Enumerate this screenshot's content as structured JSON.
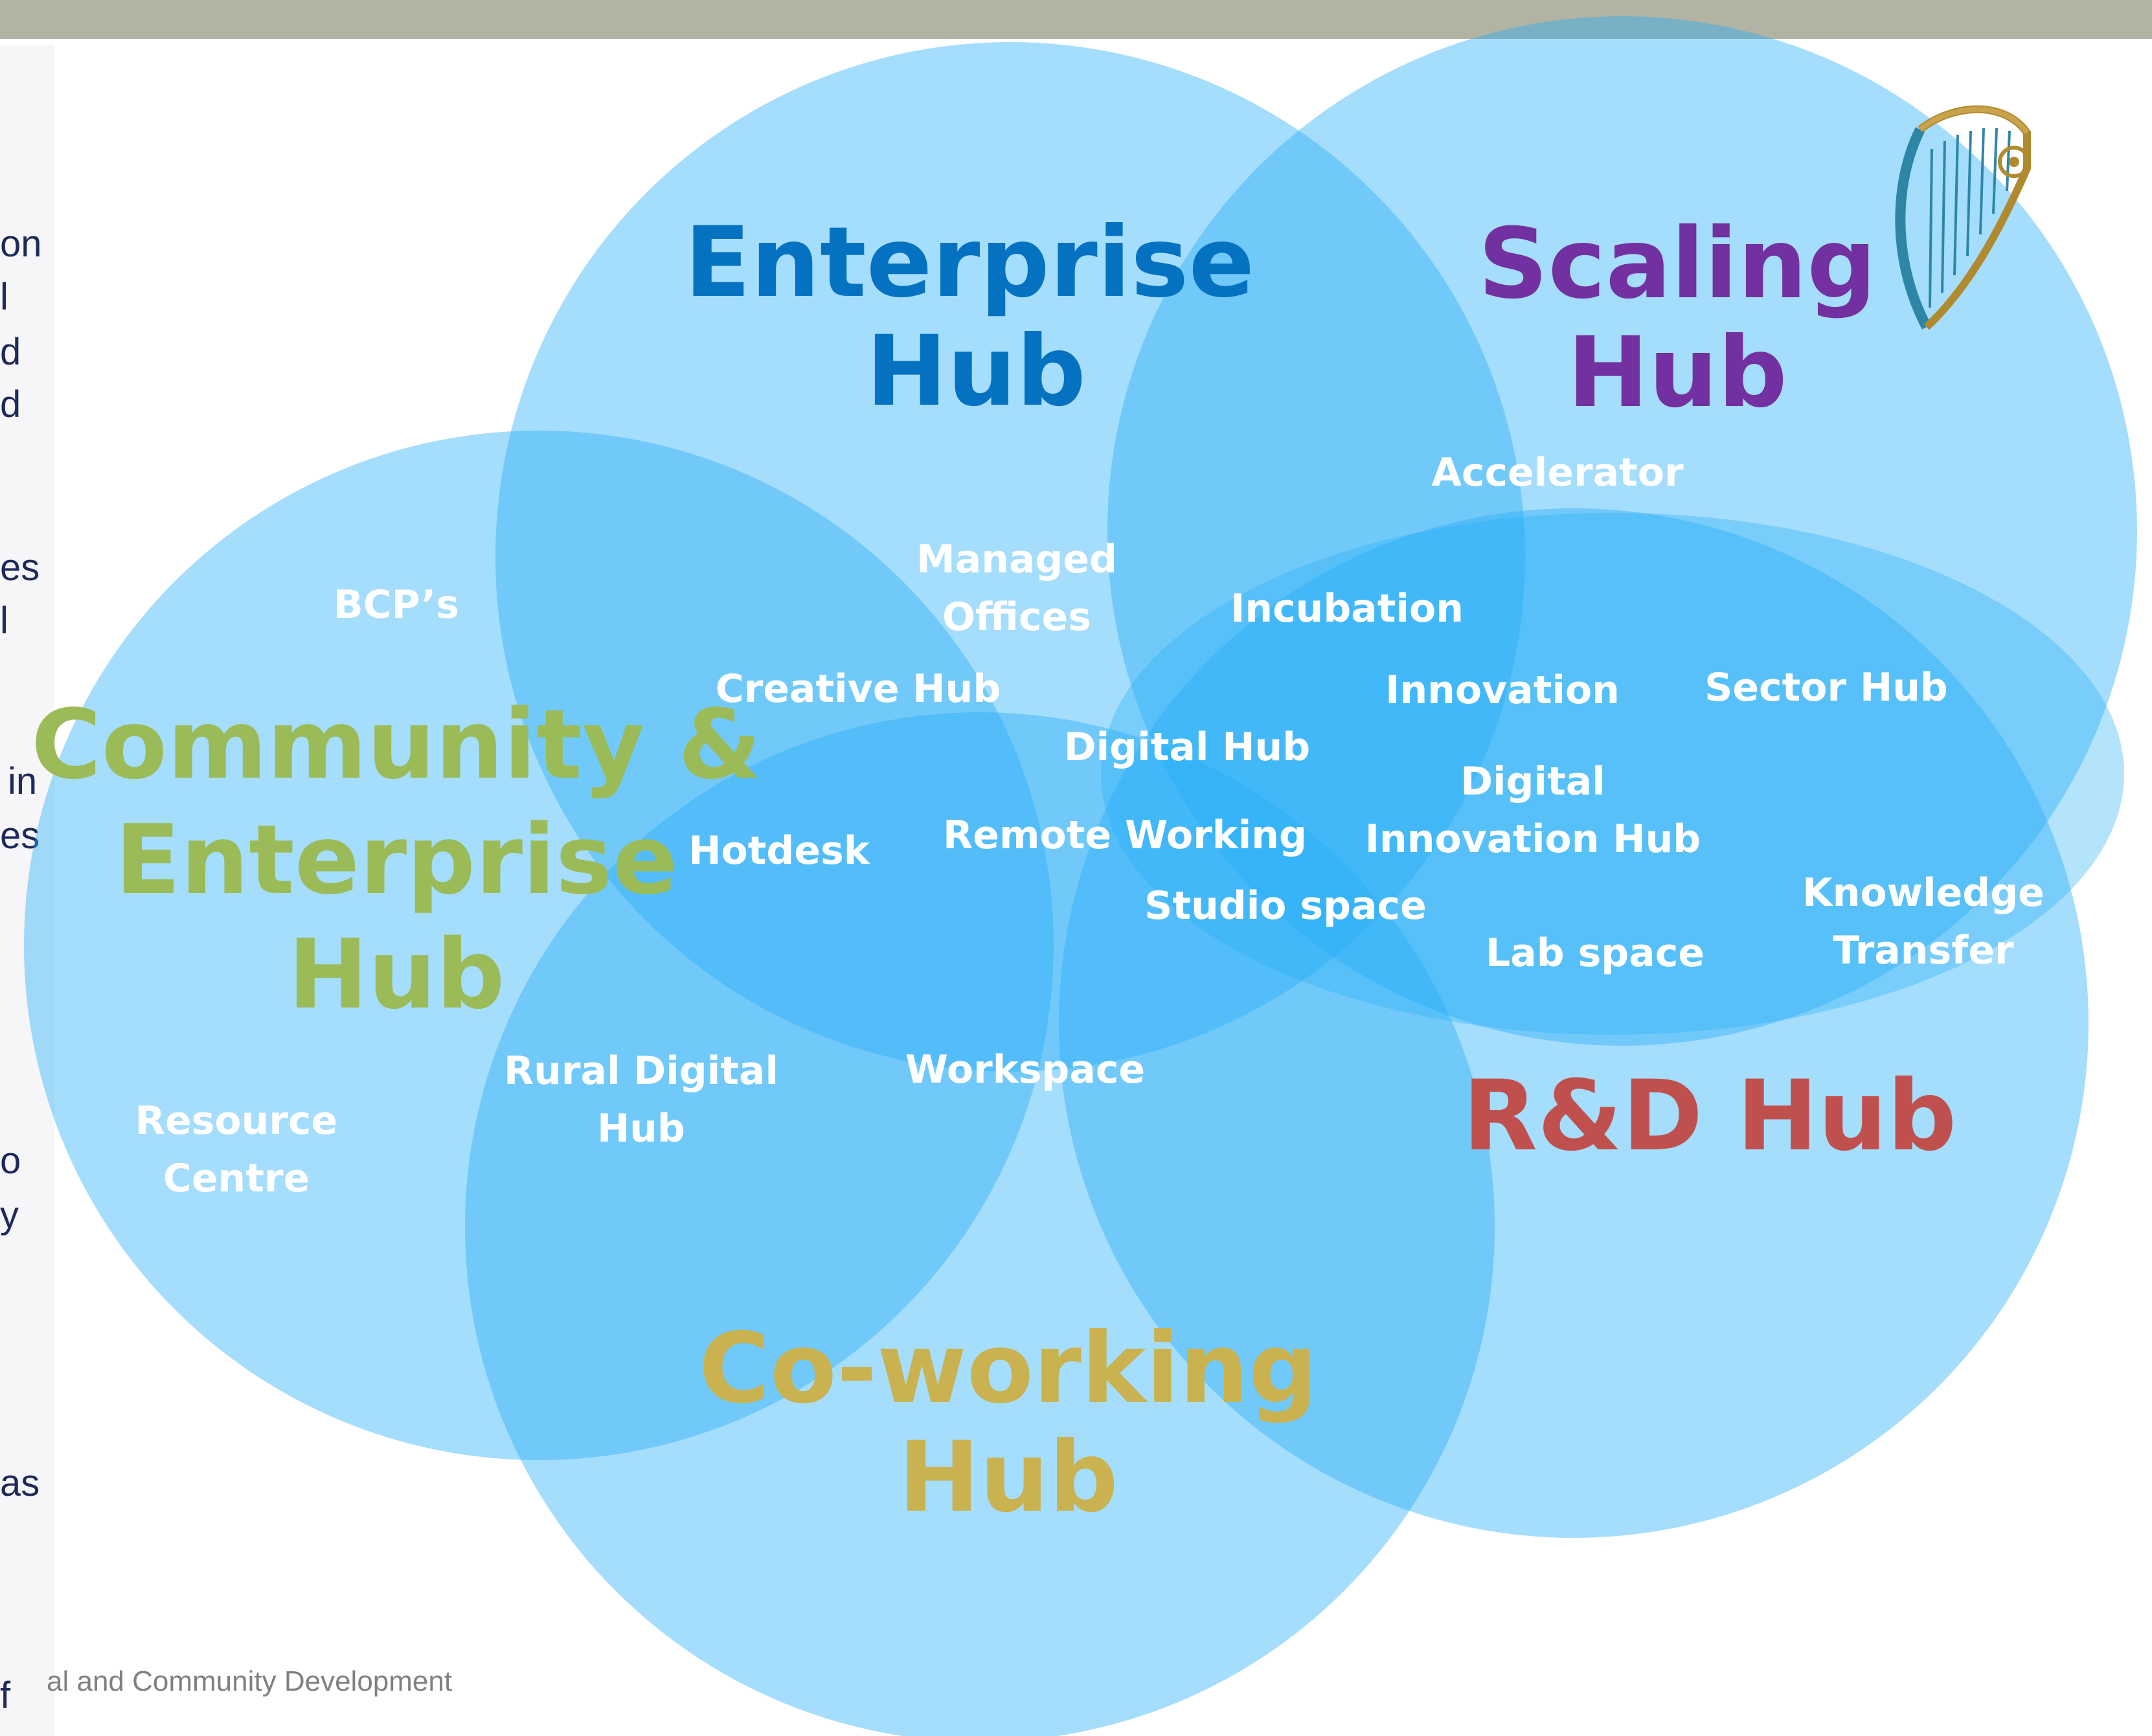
{
  "left_fragments": [
    "on",
    "l",
    "d",
    "d",
    "es",
    "l",
    "in",
    "es",
    "o",
    "y",
    "as",
    "f"
  ],
  "footer": "al and Community Development",
  "colors": {
    "circle_fill": "#29AEF7",
    "enterprise": "#0572C1",
    "scaling": "#7230A0",
    "community": "#9BBB59",
    "rd": "#C0504D",
    "coworking": "#C9B24F",
    "item_text": "#FFFFFF",
    "header_band": "#B1B4A3"
  },
  "hubs": {
    "enterprise": {
      "line1": "Enterprise",
      "line2": "Hub"
    },
    "scaling": {
      "line1": "Scaling",
      "line2": "Hub"
    },
    "community": {
      "line1": "Community &",
      "line2": "Enterprise",
      "line3": "Hub"
    },
    "rd": {
      "line1": "R&D Hub"
    },
    "coworking": {
      "line1": "Co-working",
      "line2": "Hub"
    }
  },
  "items": {
    "accelerator": "Accelerator",
    "managed_offices_1": "Managed",
    "managed_offices_2": "Offices",
    "incubation": "Incubation",
    "bcps": "BCP’s",
    "creative_hub": "Creative Hub",
    "innovation": "Innovation",
    "sector_hub": "Sector Hub",
    "digital_hub": "Digital Hub",
    "digital_innovation_hub_1": "Digital",
    "digital_innovation_hub_2": "Innovation Hub",
    "hotdesk": "Hotdesk",
    "remote_working": "Remote Working",
    "studio_space": "Studio space",
    "knowledge_transfer_1": "Knowledge",
    "knowledge_transfer_2": "Transfer",
    "lab_space": "Lab space",
    "rural_digital_hub_1": "Rural Digital",
    "rural_digital_hub_2": "Hub",
    "workspace": "Workspace",
    "resource_centre_1": "Resource",
    "resource_centre_2": "Centre"
  },
  "emblem_icon": "harp-icon"
}
